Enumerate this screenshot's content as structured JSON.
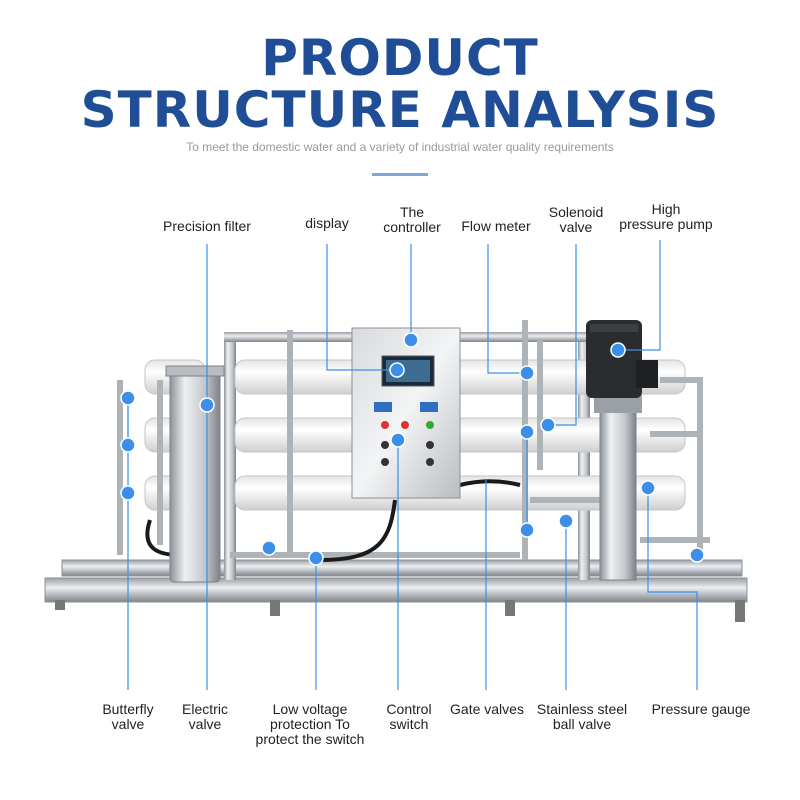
{
  "header": {
    "title_line1": "PRODUCT",
    "title_line2": "STRUCTURE ANALYSIS",
    "subtitle": "To meet the domestic water and a variety of industrial water quality requirements"
  },
  "colors": {
    "accent": "#1f4e96",
    "callout": "#3b8fe8",
    "steel": "#c9cdd1"
  },
  "labels_top": {
    "precision_filter": "Precision filter",
    "display": "display",
    "controller_1": "The",
    "controller_2": "controller",
    "flow_meter": "Flow meter",
    "solenoid_1": "Solenoid",
    "solenoid_2": "valve",
    "pump_1": "High",
    "pump_2": "pressure pump"
  },
  "labels_bottom": {
    "butterfly_1": "Butterfly",
    "butterfly_2": "valve",
    "electric_1": "Electric",
    "electric_2": "valve",
    "lowvolt_1": "Low voltage",
    "lowvolt_2": "protection To",
    "lowvolt_3": "protect the switch",
    "control_1": "Control",
    "control_2": "switch",
    "gate_valves": "Gate valves",
    "steel_ball_1": "Stainless steel",
    "steel_ball_2": "ball valve",
    "pressure_gauge": "Pressure gauge"
  }
}
